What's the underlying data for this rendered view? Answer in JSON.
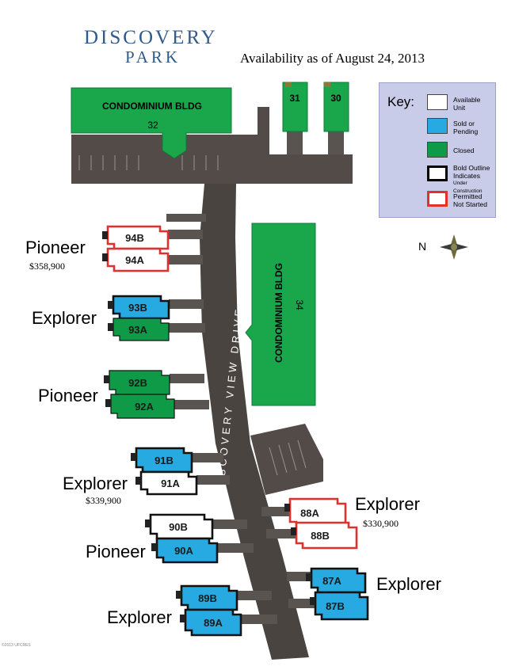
{
  "brand": {
    "line1": "DISCOVERY",
    "line2": "PARK"
  },
  "availability": "Availability as of August 24, 2013",
  "road_label": "DISCOVERY VIEW DRIVE",
  "buildings": {
    "b32_name": "CONDOMINIUM BLDG",
    "b32_number": "32",
    "b34_name": "CONDOMINIUM BLDG",
    "b34_number": "34",
    "b31": "31",
    "b30": "30"
  },
  "key": {
    "title": "Key:",
    "available_l1": "Available",
    "available_l2": "Unit",
    "sold_l1": "Sold or",
    "sold_l2": "Pending",
    "closed": "Closed",
    "bold_l1": "Bold Outline",
    "bold_l2": "Indicates",
    "bold_l3": "Under Construction",
    "permitted_l1": "Permitted",
    "permitted_l2": "Not Started"
  },
  "compass": {
    "label": "N"
  },
  "colors": {
    "available": "#ffffff",
    "sold": "#27a9e1",
    "closed": "#0f9a48",
    "permitted_outline": "#e0312f",
    "building": "#1aa64b",
    "road": "#4a4440",
    "parking": "#5a5450",
    "key_bg": "#c9cce9"
  },
  "groups": [
    {
      "type": "Pioneer",
      "price": "$358,900"
    },
    {
      "type": "Explorer",
      "price": ""
    },
    {
      "type": "Pioneer",
      "price": ""
    },
    {
      "type": "Explorer",
      "price": "$339,900"
    },
    {
      "type": "Pioneer",
      "price": ""
    },
    {
      "type": "Explorer",
      "price": ""
    },
    {
      "type": "Explorer",
      "price": "$330,900"
    },
    {
      "type": "Explorer",
      "price": ""
    }
  ],
  "units": [
    {
      "label": "94B",
      "status": "permitted"
    },
    {
      "label": "94A",
      "status": "permitted"
    },
    {
      "label": "93B",
      "status": "sold"
    },
    {
      "label": "93A",
      "status": "closed"
    },
    {
      "label": "92B",
      "status": "closed"
    },
    {
      "label": "92A",
      "status": "closed"
    },
    {
      "label": "91B",
      "status": "sold"
    },
    {
      "label": "91A",
      "status": "available"
    },
    {
      "label": "90B",
      "status": "available"
    },
    {
      "label": "90A",
      "status": "sold"
    },
    {
      "label": "89B",
      "status": "sold"
    },
    {
      "label": "89A",
      "status": "sold"
    },
    {
      "label": "88A",
      "status": "permitted"
    },
    {
      "label": "88B",
      "status": "permitted"
    },
    {
      "label": "87A",
      "status": "sold"
    },
    {
      "label": "87B",
      "status": "sold"
    }
  ],
  "credit": "©2013 UFCRES"
}
